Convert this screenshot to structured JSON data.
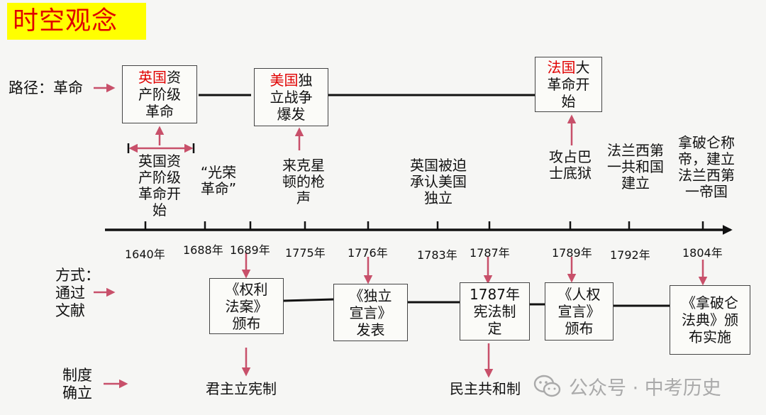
{
  "title": "时空观念",
  "labels": {
    "path": "路径：革命",
    "method": "方式：\n通过\n文献",
    "system": "制度\n确立"
  },
  "revolutions": [
    {
      "highlight": "英国",
      "rest": "资\n产阶级\n革命"
    },
    {
      "highlight": "美国",
      "rest": "独\n立战争\n爆发"
    },
    {
      "highlight": "法国",
      "rest": "大\n革命开\n始"
    }
  ],
  "events": [
    "英国资\n产阶级\n革命开\n始",
    "“光荣\n革命”",
    "来克星\n顿的枪\n声",
    "英国被迫\n承认美国\n独立",
    "攻占巴\n士底狱",
    "法兰西第\n一共和国\n建立",
    "拿破仑称\n帝，建立\n法兰西第\n一帝国"
  ],
  "years": [
    "1640年",
    "1688年",
    "1689年",
    "1775年",
    "1776年",
    "1783年",
    "1787年",
    "1789年",
    "1792年",
    "1804年"
  ],
  "documents": [
    "《权利\n法案》\n颁布",
    "《独立\n宣言》\n发表",
    "1787年\n宪法制\n定",
    "《人权\n宣言》\n颁布",
    "《拿破仑\n法典》颁\n布实施"
  ],
  "systems": [
    "君主立宪制",
    "民主共和制"
  ],
  "watermark": "公众号 · 中考历史",
  "colors": {
    "accent": "#e00000",
    "arrow": "#c8506a",
    "title_bg": "#ffff00"
  }
}
